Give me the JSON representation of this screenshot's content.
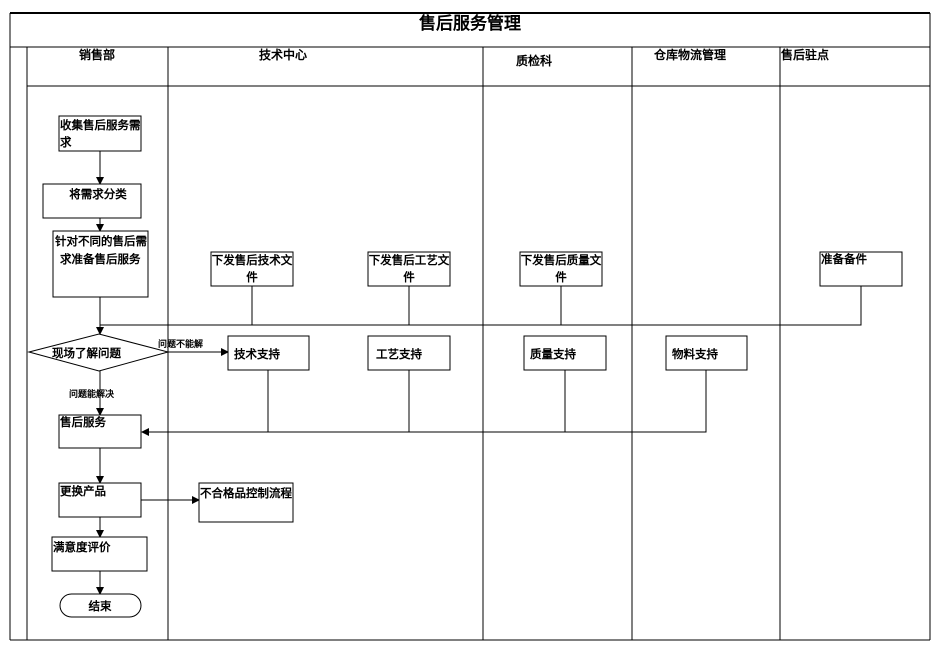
{
  "title": "售后服务管理",
  "lanes": [
    "销售部",
    "技术中心",
    "质检科",
    "仓库物流管理",
    "售后驻点"
  ],
  "nodes": {
    "collect": [
      "收集售后服务需",
      "求"
    ],
    "classify": "将需求分类",
    "prepare": [
      "针对不同的售后需",
      "求准备售后服务"
    ],
    "tech_doc": [
      "下发售后技术文",
      "件"
    ],
    "craft_doc": [
      "下发售后工艺文",
      "件"
    ],
    "quality_doc": [
      "下发售后质量文",
      "件"
    ],
    "spare_parts": "准备备件",
    "decision": "现场了解问题",
    "tech_support": "技术支持",
    "craft_support": "工艺支持",
    "quality_support": "质量支持",
    "material_support": "物料支持",
    "service": "售后服务",
    "replace": "更换产品",
    "nonconforming": "不合格品控制流程",
    "satisfaction": "满意度评价",
    "end": "结束"
  },
  "edge_labels": {
    "cannot_solve": "问题不能解",
    "can_solve": "问题能解决"
  }
}
